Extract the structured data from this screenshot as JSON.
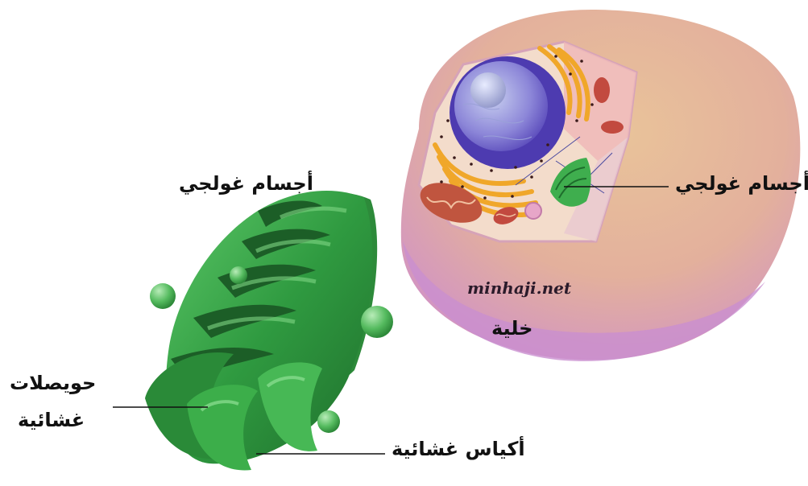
{
  "labels": {
    "golgi_top": "أجسام غولجي",
    "golgi_right": "أجسام غولجي",
    "vesicles_line1": "حويصلات",
    "vesicles_line2": "غشائية",
    "sacs": "أكياس غشائية",
    "cell": "خلية"
  },
  "watermark": "minhaji.net",
  "colors": {
    "golgi_green": "#3aa84a",
    "cell_membrane": "#d9a0d0",
    "cytoplasm": "#f1dac8",
    "nucleus": "#6a58c8",
    "er_yellow": "#f2b12e",
    "mitochondria": "#b84a3a",
    "label_text": "#111111"
  },
  "icons": {
    "golgi": "golgi-apparatus-illustration",
    "cell": "animal-cell-illustration"
  }
}
